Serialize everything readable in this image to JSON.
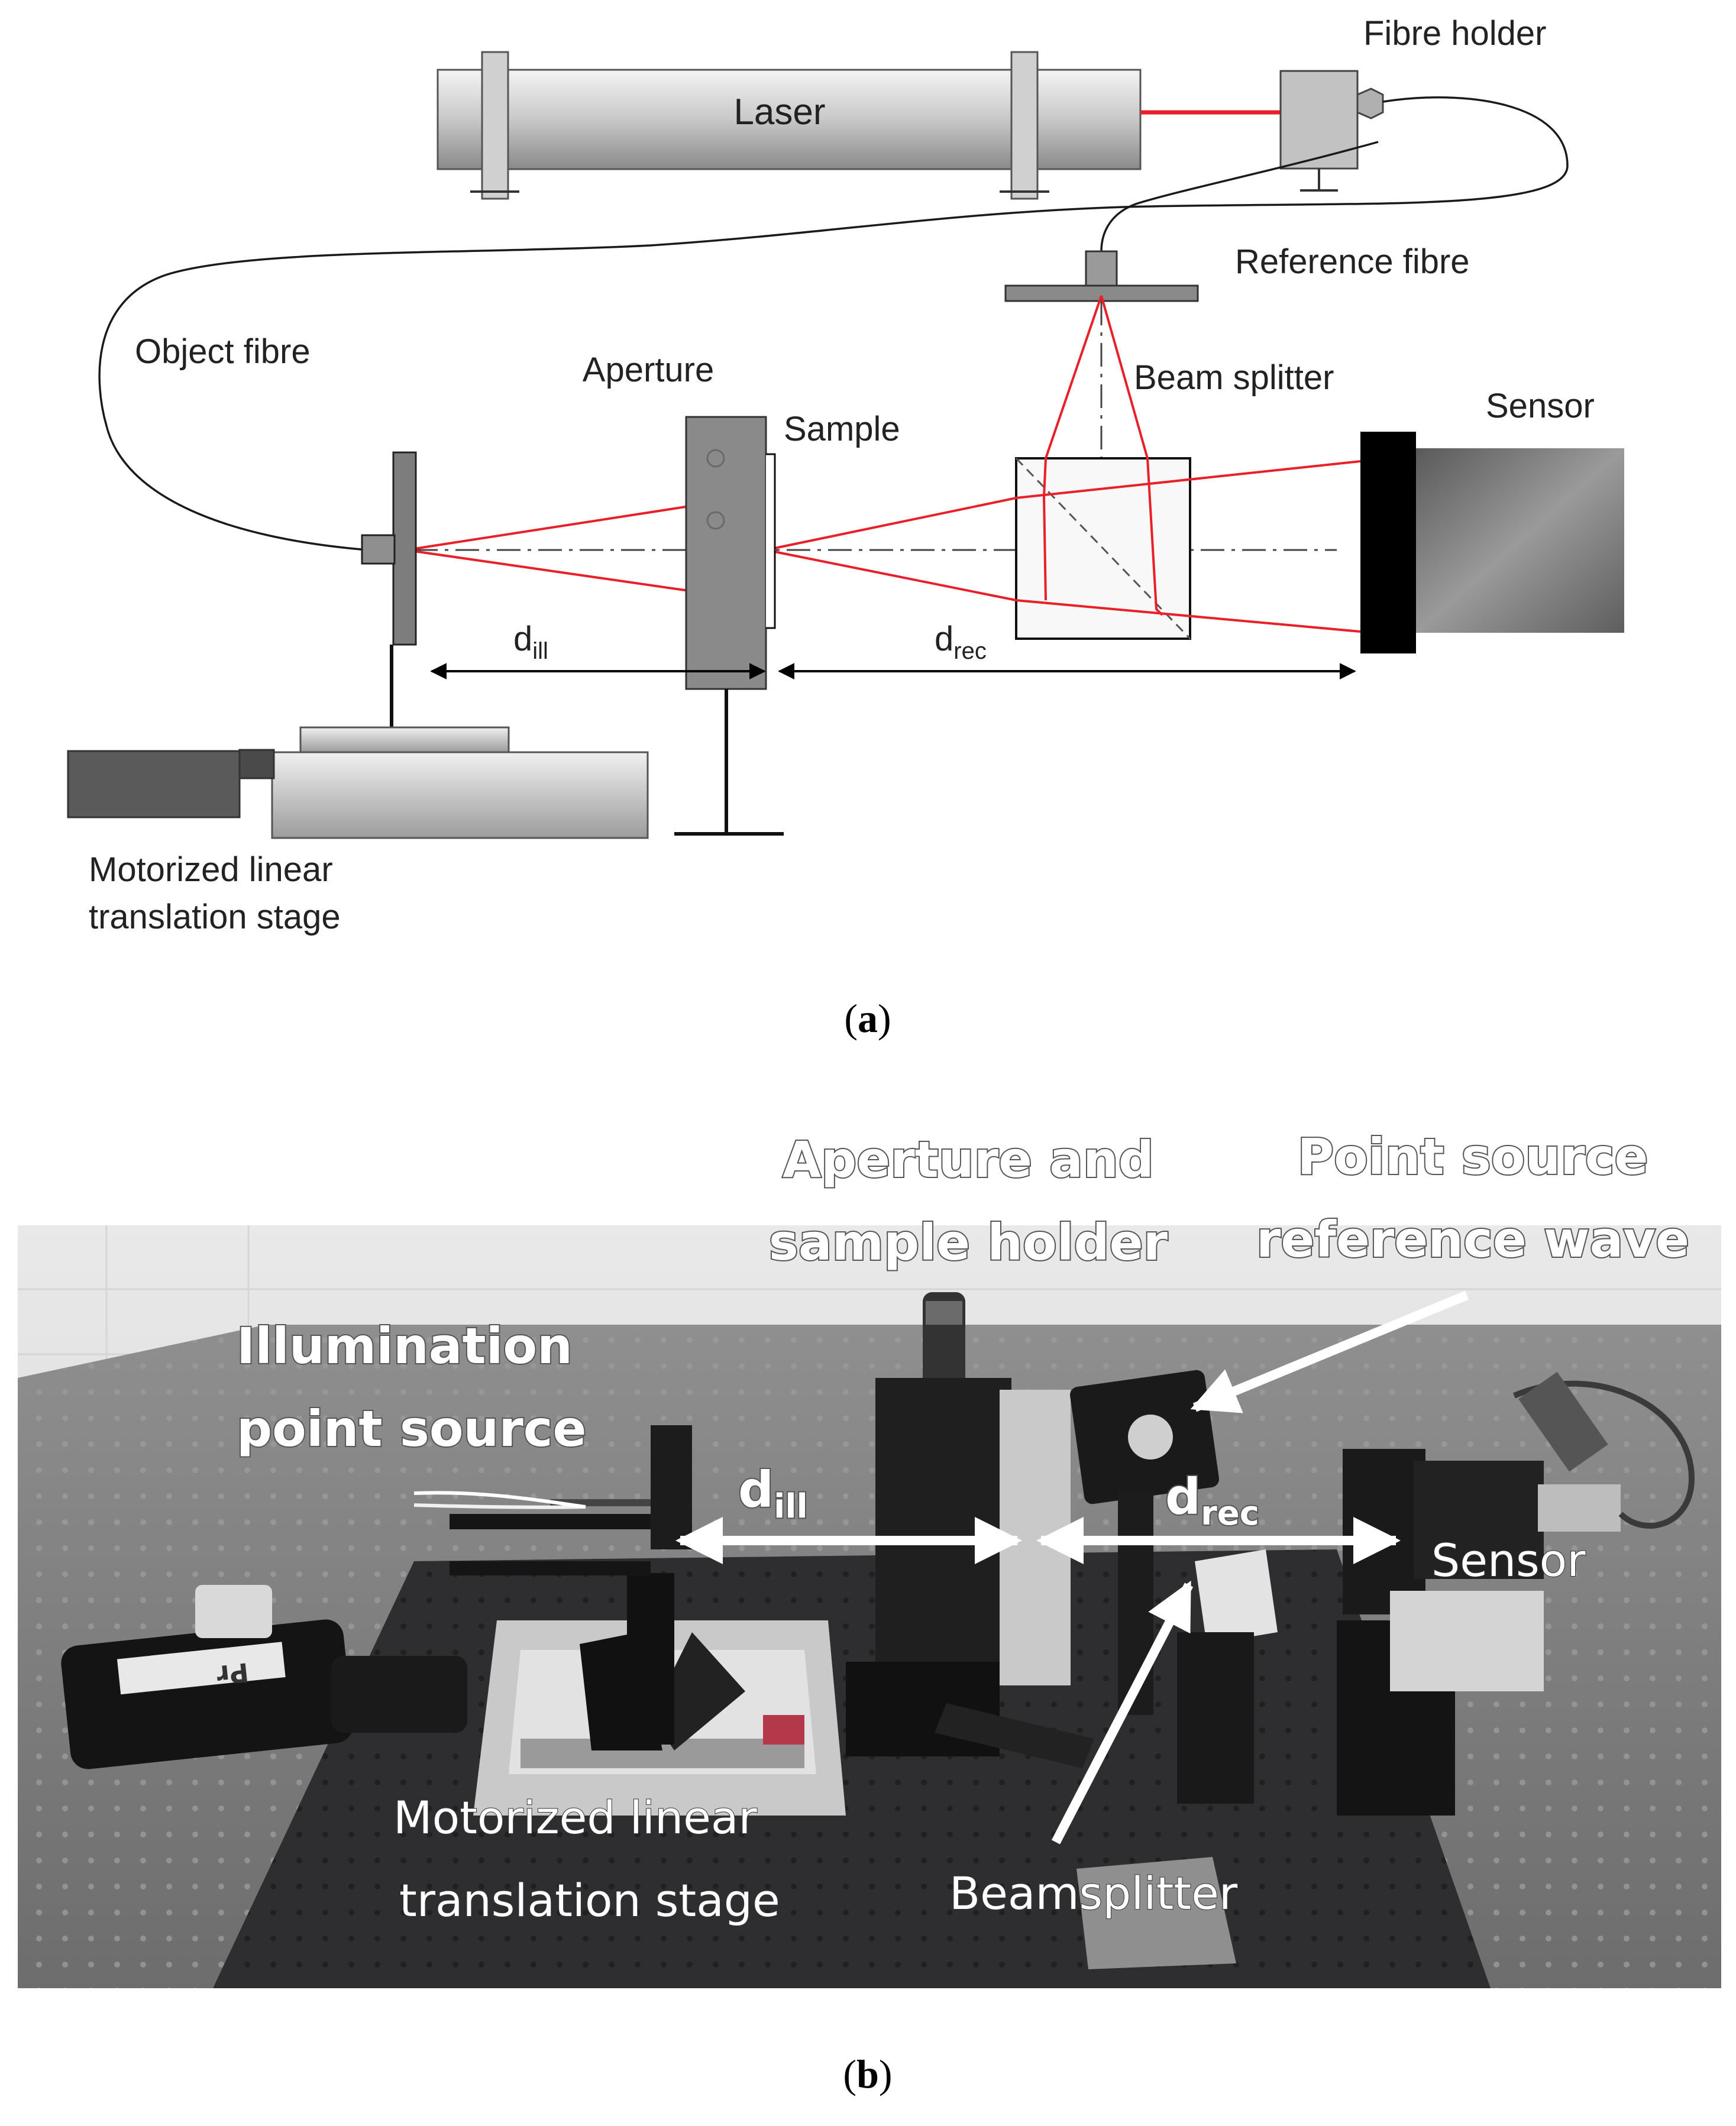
{
  "panel_a": {
    "labels": {
      "laser": "Laser",
      "fibre_holder": "Fibre holder",
      "reference_fibre": "Reference fibre",
      "object_fibre": "Object fibre",
      "aperture": "Aperture",
      "beam_splitter": "Beam splitter",
      "sample": "Sample",
      "sensor": "Sensor",
      "d_ill_main": "d",
      "d_ill_sub": "ill",
      "d_rec_main": "d",
      "d_rec_sub": "rec",
      "stage_line1": "Motorized linear",
      "stage_line2": "translation stage"
    },
    "caption": {
      "open": "(",
      "letter": "a",
      "close": ")"
    }
  },
  "panel_b": {
    "labels": {
      "aperture_line1": "Aperture and",
      "aperture_line2": "sample holder",
      "reference_line1": "Point source",
      "reference_line2": "reference wave",
      "illumination_line1": "Illumination",
      "illumination_line2": "point source",
      "d_ill_main": "d",
      "d_ill_sub": "ill",
      "d_rec_main": "d",
      "d_rec_sub": "rec",
      "sensor": "Sensor",
      "stage_line1": "Motorized linear",
      "stage_line2": "translation stage",
      "beamsplitter": "Beamsplitter",
      "motor_tag": "Pr"
    },
    "caption": {
      "open": "(",
      "letter": "b",
      "close": ")"
    }
  },
  "colors": {
    "beam": "#e8202a",
    "component_gray": "#9a9a9a",
    "dark": "#000000",
    "table": "#3a3a3c"
  }
}
